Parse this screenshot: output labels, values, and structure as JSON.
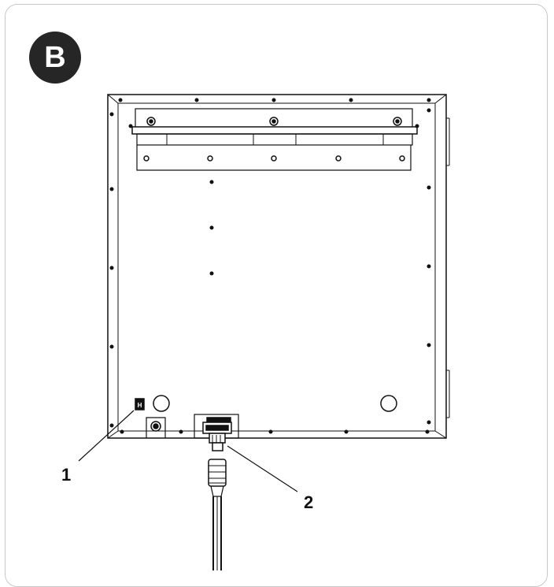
{
  "figure": {
    "badge_label": "B",
    "callouts": [
      {
        "label": "1"
      },
      {
        "label": "2"
      }
    ],
    "connector_marking": "H",
    "colors": {
      "badge": "#262626",
      "line": "#111111",
      "frame": "#c8c8c8"
    }
  }
}
